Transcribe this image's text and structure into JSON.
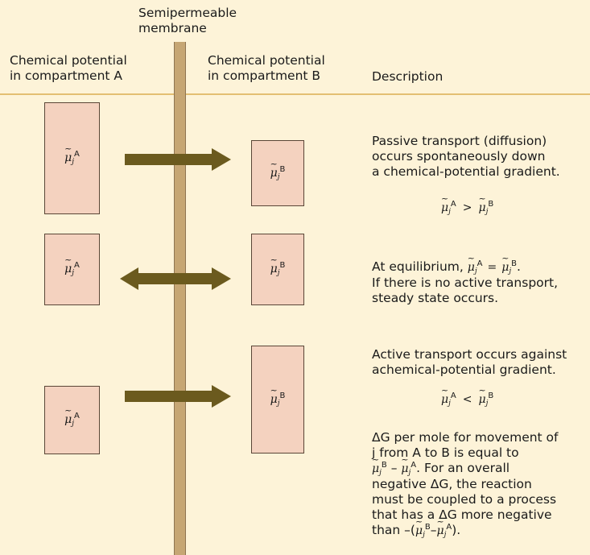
{
  "headers": {
    "membrane": [
      "Semipermeable",
      "membrane"
    ],
    "compartment_a": [
      "Chemical potential",
      "in compartment A"
    ],
    "compartment_b": [
      "Chemical potential",
      "in compartment B"
    ],
    "description": "Description"
  },
  "symbols": {
    "mu": "μ",
    "subscript": "j",
    "sup_a": "A",
    "sup_b": "B",
    "greater": ">",
    "less": "<",
    "equals": "="
  },
  "rows": [
    {
      "description_lines": [
        "Passive transport (diffusion)",
        "occurs spontaneously down",
        "a chemical-potential gradient."
      ],
      "arrow": "right"
    },
    {
      "description_lines": [
        "At equilibrium,",
        "If there is no active transport,",
        "steady state occurs."
      ],
      "arrow": "both"
    },
    {
      "description_lines": [
        "Active transport occurs against",
        "achemical-potential gradient."
      ],
      "arrow": "right",
      "extra_lines": [
        "ΔG per mole for movement of",
        "j from A to B is equal to",
        ". For an overall",
        "negative ΔG, the reaction",
        "must be coupled to a process",
        "that has a ΔG more negative",
        "than –("
      ]
    }
  ],
  "colors": {
    "background": "#fdf3d8",
    "header_rule": "#e3bf72",
    "box_fill": "#f4d2bf",
    "membrane": "#c6a674",
    "arrow": "#6b5a1e"
  }
}
